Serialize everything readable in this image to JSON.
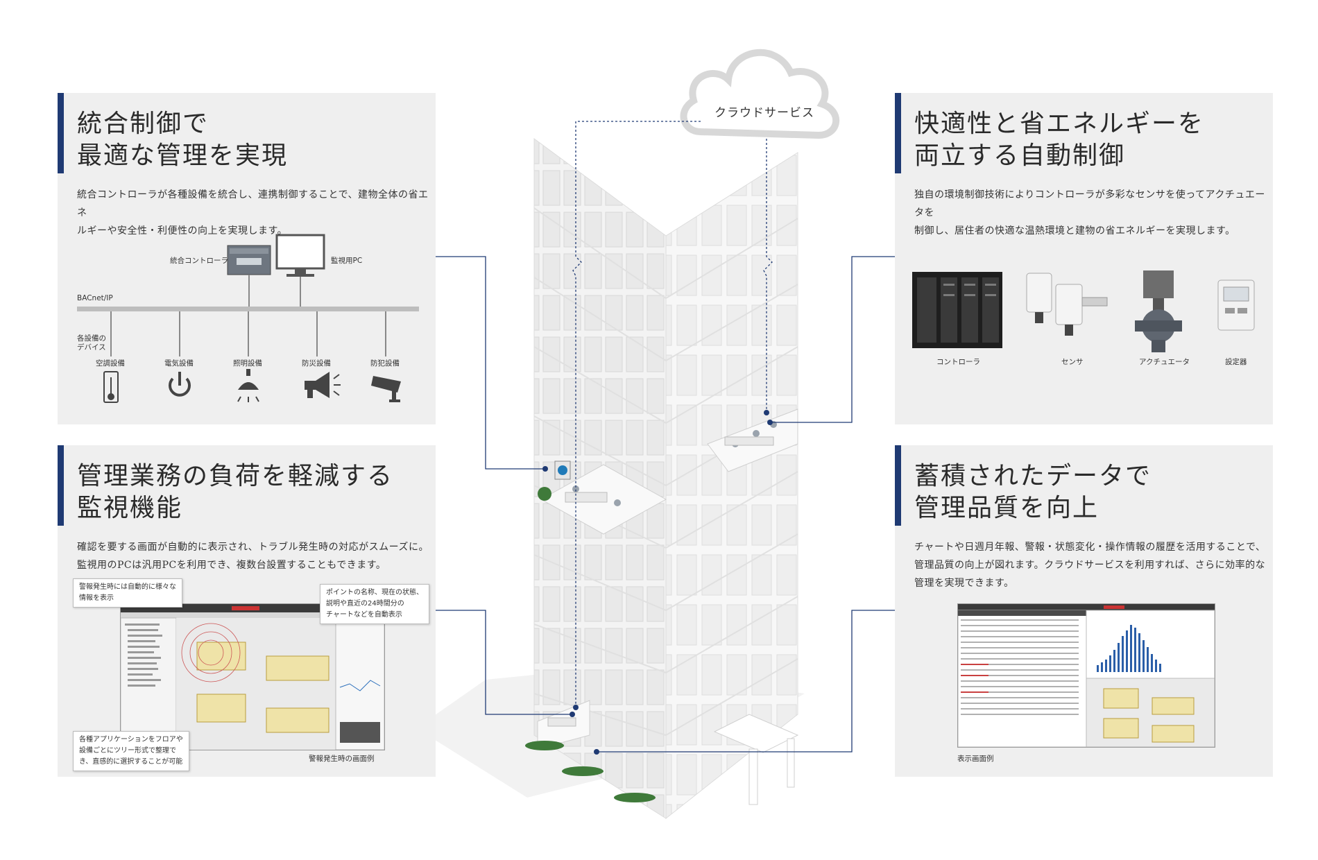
{
  "cloud": {
    "label": "クラウドサービス"
  },
  "panels": {
    "integrated": {
      "title_line1": "統合制御で",
      "title_line2": "最適な管理を実現",
      "body_line1": "統合コントローラが各種設備を統合し、連携制御することで、建物全体の省エネ",
      "body_line2": "ルギーや安全性・利便性の向上を実現します。",
      "controller_label": "統合コントローラ",
      "monitor_label": "監視用PC",
      "network_label": "BACnet/IP",
      "devices_label_line1": "各設備の",
      "devices_label_line2": "デバイス",
      "devices": [
        "空調設備",
        "電気設備",
        "照明設備",
        "防災設備",
        "防犯設備"
      ],
      "device_icons": [
        "thermometer-icon",
        "power-icon",
        "ceiling-light-icon",
        "megaphone-icon",
        "security-camera-icon"
      ]
    },
    "comfort": {
      "title_line1": "快適性と省エネルギーを",
      "title_line2": "両立する自動制御",
      "body_line1": "独自の環境制御技術によりコントローラが多彩なセンサを使ってアクチュエータを",
      "body_line2": "制御し、居住者の快適な温熱環境と建物の省エネルギーを実現します。",
      "products": [
        "コントローラ",
        "センサ",
        "アクチュエータ",
        "設定器"
      ]
    },
    "monitoring": {
      "title_line1": "管理業務の負荷を軽減する",
      "title_line2": "監視機能",
      "body_line1": "確認を要する画面が自動的に表示され、トラブル発生時の対応がスムーズに。",
      "body_line2": "監視用のPCは汎用PCを利用でき、複数台設置することもできます。",
      "callout_top_left": [
        "警報発生時には自動的に様々な",
        "情報を表示"
      ],
      "callout_top_right": [
        "ポイントの名称、現在の状態、",
        "説明や直近の24時間分の",
        "チャートなどを自動表示"
      ],
      "callout_bottom_left": [
        "各種アプリケーションをフロアや",
        "設備ごとにツリー形式で整理で",
        "き、直感的に選択することが可能"
      ],
      "caption": "警報発生時の画面例"
    },
    "data": {
      "title_line1": "蓄積されたデータで",
      "title_line2": "管理品質を向上",
      "body_line1": "チャートや日週月年報、警報・状態変化・操作情報の履歴を活用することで、",
      "body_line2": "管理品質の向上が図れます。クラウドサービスを利用すれば、さらに効率的な",
      "body_line3": "管理を実現できます。",
      "caption": "表示画面例"
    }
  },
  "colors": {
    "accent": "#1f3a73",
    "panel": "#efefef",
    "line": "#1f3a73"
  }
}
